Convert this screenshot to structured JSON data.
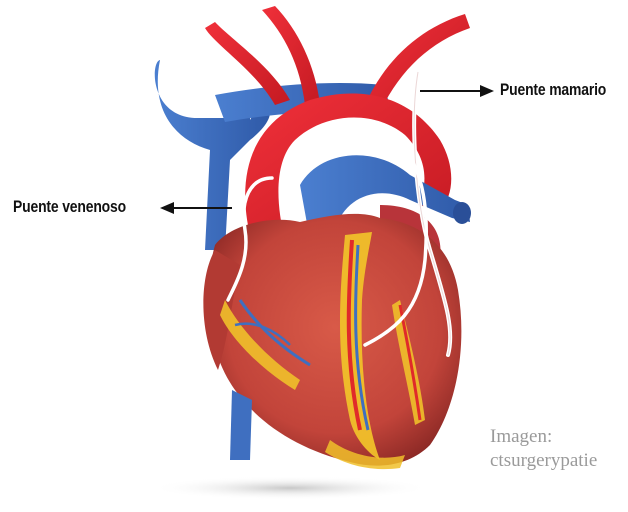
{
  "labels": {
    "mammary_bridge": "Puente mamario",
    "venous_bridge": "Puente venenoso"
  },
  "credit": {
    "line1": "Imagen:",
    "line2": "ctsurgerypatie"
  },
  "colors": {
    "heart_muscle": "#c8463c",
    "artery": "#e0242d",
    "vein": "#3f6fc0",
    "fat": "#f0c02a",
    "graft": "#ffffff",
    "label_text": "#111111",
    "credit_text": "#9a9a9a"
  }
}
